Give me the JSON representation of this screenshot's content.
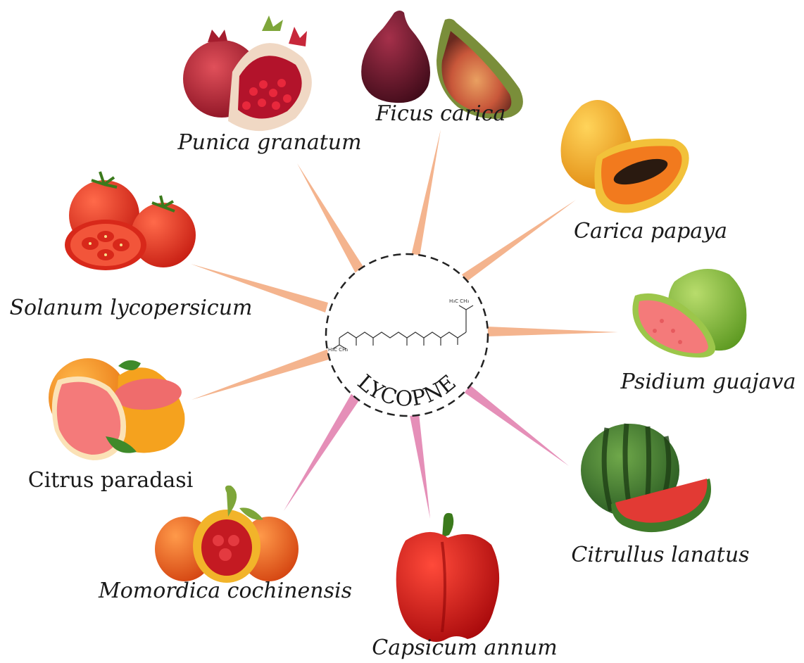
{
  "center": {
    "label": "LYCOPNE"
  },
  "fruits": [
    {
      "key": "punica",
      "name": "Punica granatum",
      "italic": true,
      "icon": "pomegranate-icon"
    },
    {
      "key": "ficus",
      "name": "Ficus carica",
      "italic": true,
      "icon": "fig-icon"
    },
    {
      "key": "carica",
      "name": "Carica papaya",
      "italic": true,
      "icon": "papaya-icon"
    },
    {
      "key": "psidium",
      "name": "Psidium guajava",
      "italic": true,
      "icon": "guava-icon"
    },
    {
      "key": "citrullus",
      "name": "Citrullus lanatus",
      "italic": true,
      "icon": "watermelon-icon"
    },
    {
      "key": "capsicum",
      "name": "Capsicum annum",
      "italic": true,
      "icon": "bell-pepper-icon"
    },
    {
      "key": "momordica",
      "name": "Momordica cochinensis",
      "italic": true,
      "icon": "gac-fruit-icon"
    },
    {
      "key": "citrus",
      "name": "Citrus paradasi",
      "italic": false,
      "icon": "grapefruit-icon"
    },
    {
      "key": "solanum",
      "name": "Solanum lycopersicum",
      "italic": true,
      "icon": "tomato-icon"
    }
  ],
  "colors": {
    "spoke_orange": "#f4b48e",
    "spoke_pink": "#e58fb8",
    "circle_border": "#222222"
  }
}
